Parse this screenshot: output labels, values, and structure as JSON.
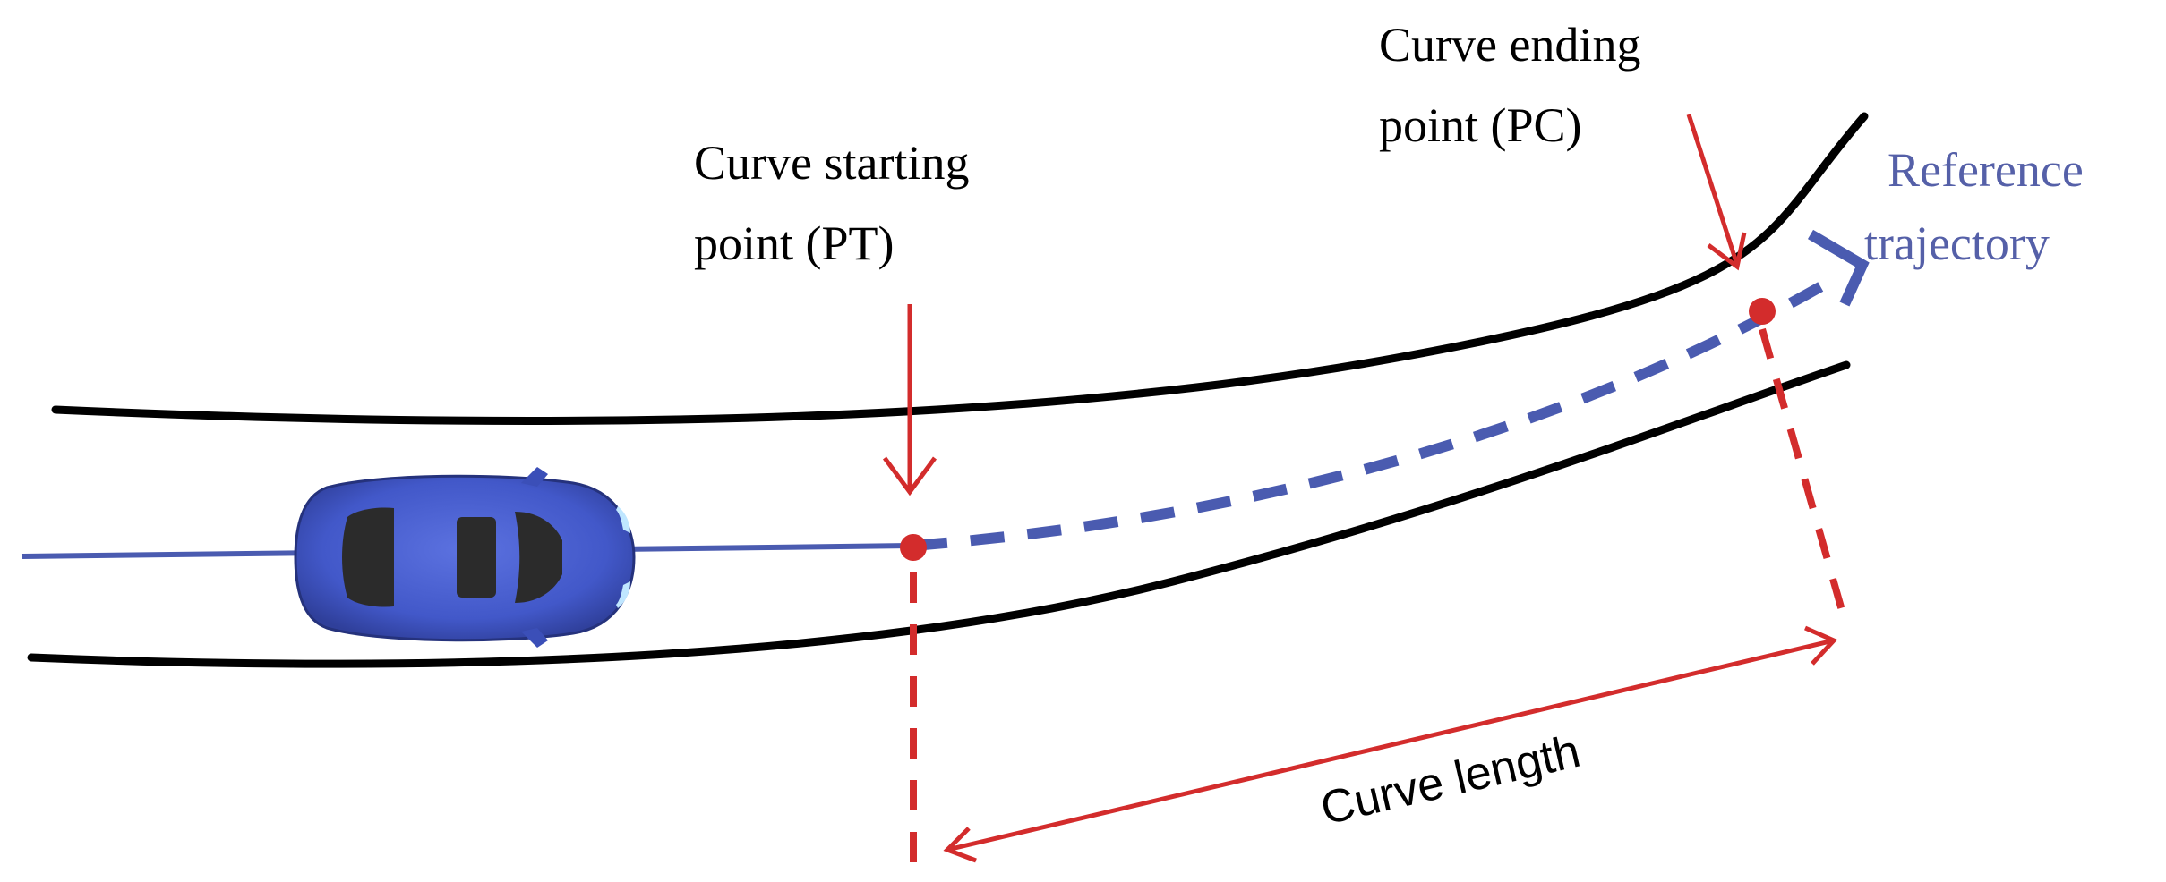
{
  "labels": {
    "pt_line1": "Curve starting",
    "pt_line2": "point (PT)",
    "pc_line1": "Curve ending",
    "pc_line2": "point (PC)",
    "ref_line1": "Reference",
    "ref_line2": "trajectory",
    "curve_length": "Curve length"
  },
  "colors": {
    "road_edge": "#000000",
    "trajectory": "#4a5bb0",
    "marker": "#d32c2c",
    "car_body": "#4258c9",
    "car_glass": "#2b2b2b",
    "label_text": "#000000",
    "reference_text": "#5560a8"
  },
  "icons": {
    "vehicle": "car-top-view-icon"
  }
}
